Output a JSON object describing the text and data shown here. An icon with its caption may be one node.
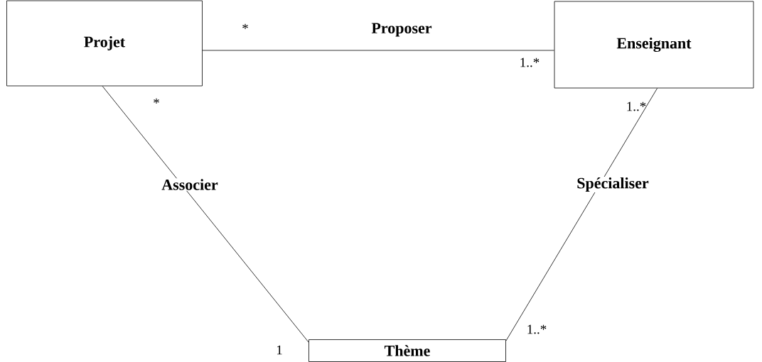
{
  "diagram": {
    "nodes": [
      {
        "text": [
          "Projet"
        ]
      },
      {
        "text": [
          "Enseignant"
        ]
      },
      {
        "text": [
          "Thème"
        ]
      }
    ],
    "edges": [
      {
        "from": 0,
        "to": 1,
        "arrow": "none",
        "label": "Proposer"
      },
      {
        "from": 0,
        "to": 2,
        "arrow": "none",
        "label": "Associer"
      },
      {
        "from": 1,
        "to": 2,
        "arrow": "none",
        "label": "Spécialiser"
      }
    ],
    "labels": [
      "*",
      "1..*",
      "*",
      "1..*",
      "1",
      "1..*"
    ]
  }
}
